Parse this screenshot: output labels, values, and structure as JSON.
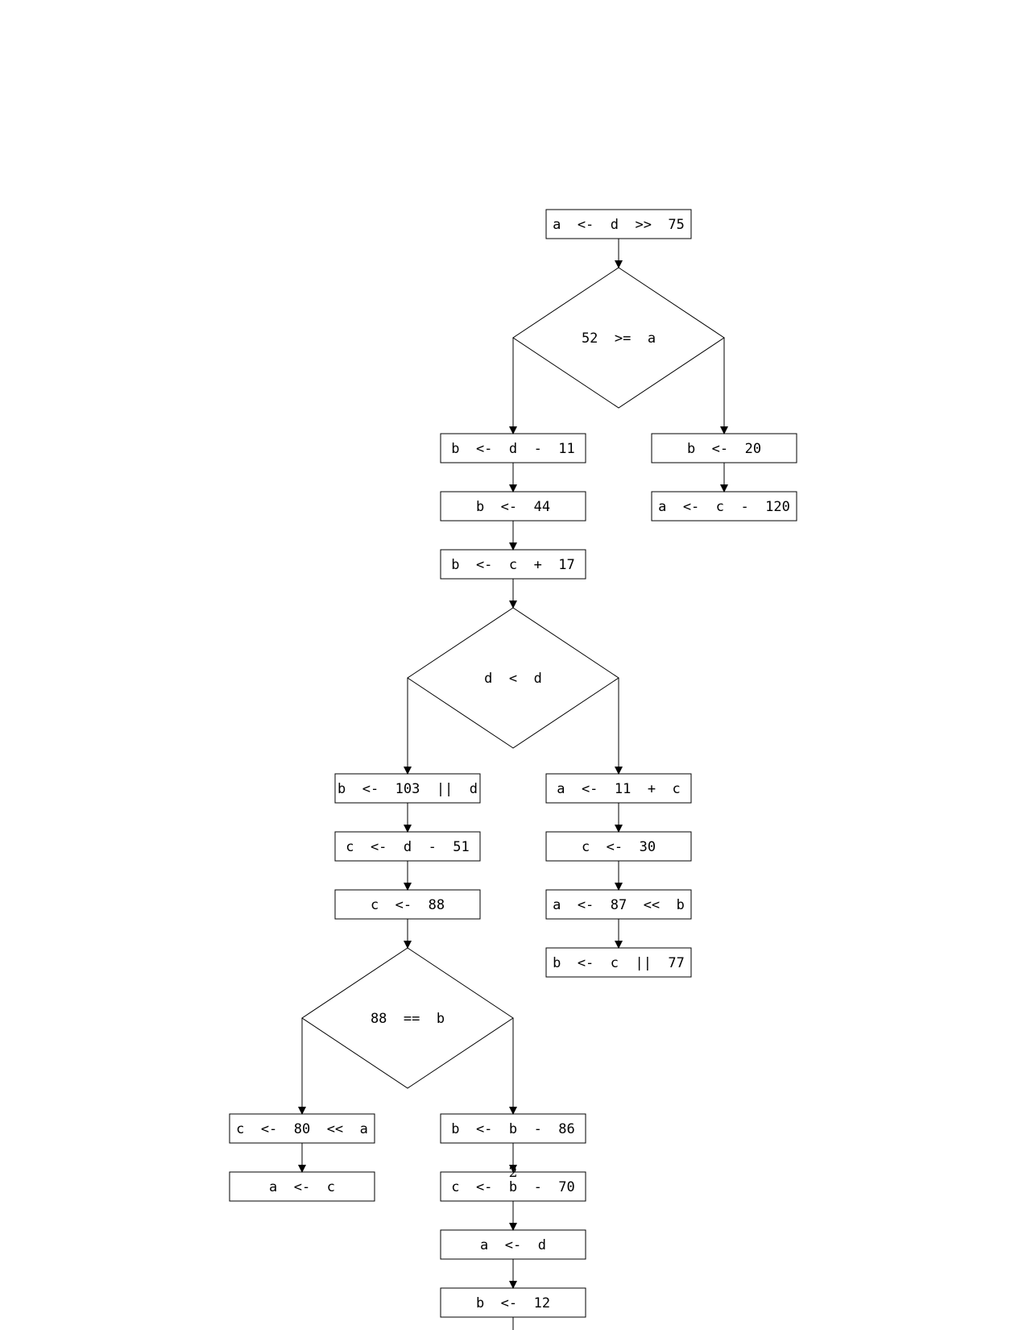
{
  "diagram": {
    "stroke_color": "#000000",
    "background_color": "#ffffff",
    "nodes": [
      {
        "id": "n1",
        "shape": "process",
        "label": "a  <-  d  >>  75"
      },
      {
        "id": "n2",
        "shape": "decision",
        "label": "52  >=  a"
      },
      {
        "id": "n3",
        "shape": "process",
        "label": "b  <-  d  -  11"
      },
      {
        "id": "n4",
        "shape": "process",
        "label": "b  <-  44"
      },
      {
        "id": "n5",
        "shape": "process",
        "label": "b  <-  c  +  17"
      },
      {
        "id": "n6",
        "shape": "process",
        "label": "b  <-  20"
      },
      {
        "id": "n7",
        "shape": "process",
        "label": "a  <-  c  -  120"
      },
      {
        "id": "n8",
        "shape": "decision",
        "label": "d  <  d"
      },
      {
        "id": "n9",
        "shape": "process",
        "label": "b  <-  103  ||  d"
      },
      {
        "id": "n10",
        "shape": "process",
        "label": "c  <-  d  -  51"
      },
      {
        "id": "n11",
        "shape": "process",
        "label": "c  <-  88"
      },
      {
        "id": "n12",
        "shape": "process",
        "label": "a  <-  11  +  c"
      },
      {
        "id": "n13",
        "shape": "process",
        "label": "c  <-  30"
      },
      {
        "id": "n14",
        "shape": "process",
        "label": "a  <-  87  <<  b"
      },
      {
        "id": "n15",
        "shape": "process",
        "label": "b  <-  c  ||  77"
      },
      {
        "id": "n16",
        "shape": "decision",
        "label": "88  ==  b"
      },
      {
        "id": "n17",
        "shape": "process",
        "label": "c  <-  80  <<  a"
      },
      {
        "id": "n18",
        "shape": "process",
        "label": "a  <-  c"
      },
      {
        "id": "n19",
        "shape": "process",
        "label": "b  <-  b  -  86"
      },
      {
        "id": "n20",
        "shape": "process",
        "label": "c  <-  b  -  70"
      },
      {
        "id": "n21",
        "shape": "process",
        "label": "a  <-  d"
      },
      {
        "id": "n22",
        "shape": "process",
        "label": "b  <-  12"
      }
    ],
    "edges": [
      {
        "from": "n1",
        "to": "n2"
      },
      {
        "from": "n2",
        "to": "n3",
        "side": "left"
      },
      {
        "from": "n2",
        "to": "n6",
        "side": "right"
      },
      {
        "from": "n3",
        "to": "n4"
      },
      {
        "from": "n4",
        "to": "n5"
      },
      {
        "from": "n5",
        "to": "n8"
      },
      {
        "from": "n6",
        "to": "n7"
      },
      {
        "from": "n8",
        "to": "n9",
        "side": "left"
      },
      {
        "from": "n8",
        "to": "n12",
        "side": "right"
      },
      {
        "from": "n9",
        "to": "n10"
      },
      {
        "from": "n10",
        "to": "n11"
      },
      {
        "from": "n11",
        "to": "n16"
      },
      {
        "from": "n12",
        "to": "n13"
      },
      {
        "from": "n13",
        "to": "n14"
      },
      {
        "from": "n14",
        "to": "n15"
      },
      {
        "from": "n16",
        "to": "n17",
        "side": "left"
      },
      {
        "from": "n16",
        "to": "n19",
        "side": "right"
      },
      {
        "from": "n17",
        "to": "n18"
      },
      {
        "from": "n19",
        "to": "n20"
      },
      {
        "from": "n20",
        "to": "n21"
      },
      {
        "from": "n21",
        "to": "n22"
      },
      {
        "from": "n22",
        "to": "offpage"
      }
    ]
  },
  "page": {
    "number": "2"
  }
}
